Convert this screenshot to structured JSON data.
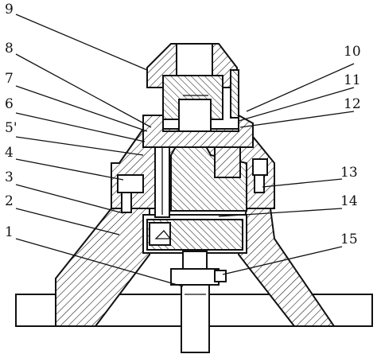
{
  "diagram": {
    "labels": {
      "l1": "1",
      "l2": "2",
      "l3": "3",
      "l4": "4",
      "l5": "5'",
      "l6": "6",
      "l7": "7",
      "l8": "8",
      "l9": "9",
      "l10": "10",
      "l11": "11",
      "l12": "12",
      "l13": "13",
      "l14": "14",
      "l15": "15"
    },
    "colors": {
      "line": "#111111",
      "background": "#ffffff"
    }
  }
}
